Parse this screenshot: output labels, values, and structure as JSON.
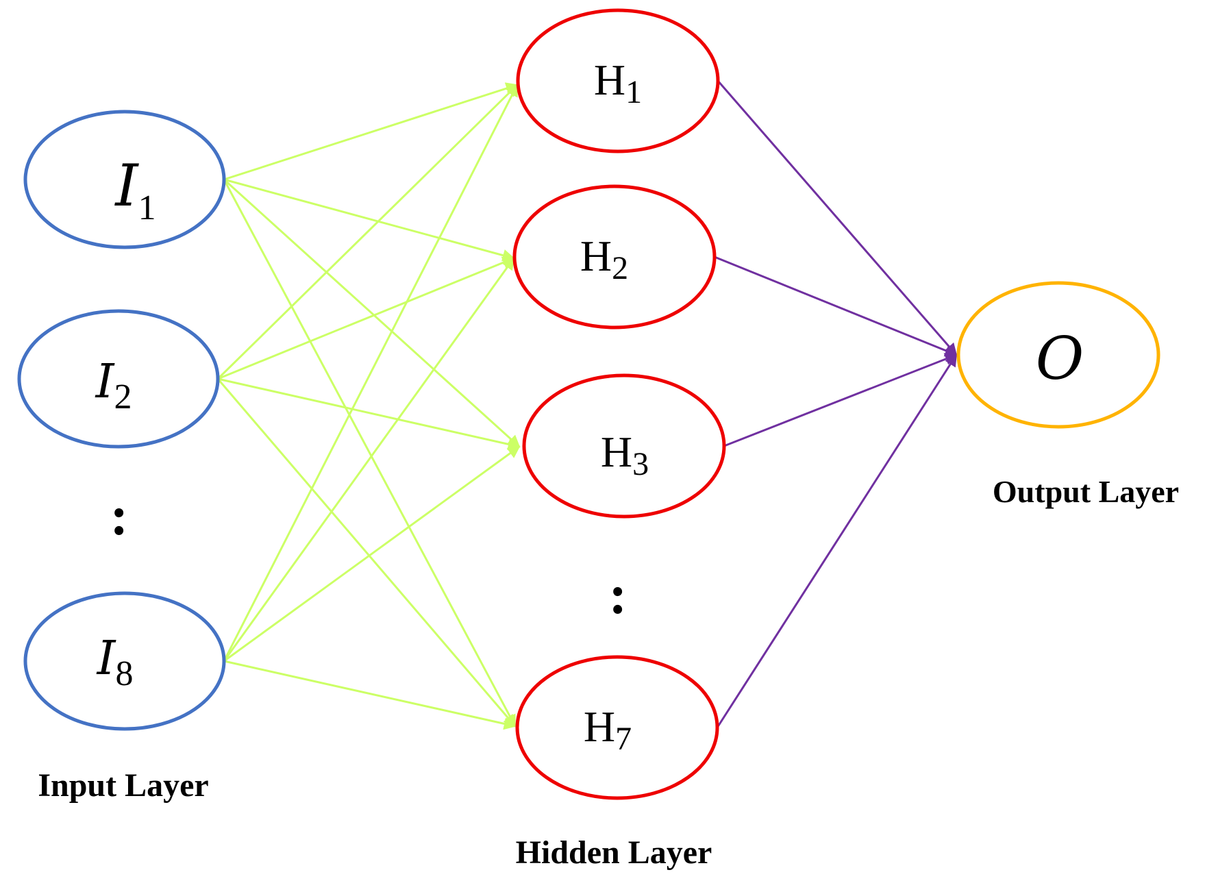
{
  "colors": {
    "input_stroke": "#4472C4",
    "hidden_stroke": "#EE0000",
    "output_stroke": "#FFB300",
    "input_edge": "#CCFF66",
    "output_edge": "#7030A0"
  },
  "input_nodes": [
    {
      "letter": "I",
      "sub": "1"
    },
    {
      "letter": "I",
      "sub": "2"
    },
    {
      "letter": "I",
      "sub": "8"
    }
  ],
  "hidden_nodes": [
    {
      "letter": "H",
      "sub": "1"
    },
    {
      "letter": "H",
      "sub": "2"
    },
    {
      "letter": "H",
      "sub": "3"
    },
    {
      "letter": "H",
      "sub": "7"
    }
  ],
  "output_node": {
    "letter": "O"
  },
  "ellipsis": ":",
  "labels": {
    "input": "Input Layer",
    "hidden": "Hidden Layer",
    "output": "Output Layer"
  }
}
